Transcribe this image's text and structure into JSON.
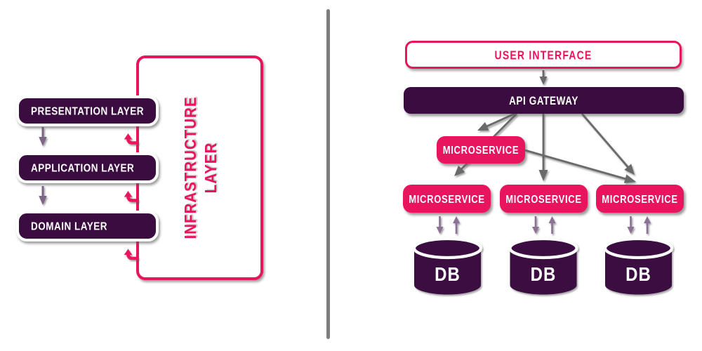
{
  "palette": {
    "pink": "#e9145e",
    "dark_purple": "#3a0c40",
    "arrow_gray": "#6a6a6a",
    "arrow_purple": "#7e6587",
    "db_arrow_purple": "#8c7095",
    "divider_gray": "#7d7d7d"
  },
  "left_panel": {
    "layers": [
      {
        "label": "PRESENTATION LAYER"
      },
      {
        "label": "APPLICATION LAYER"
      },
      {
        "label": "DOMAIN LAYER"
      }
    ],
    "infrastructure": {
      "line1": "INFRASTRUCTURE",
      "line2": "LAYER"
    }
  },
  "right_panel": {
    "user_interface": {
      "label": "USER INTERFACE"
    },
    "api_gateway": {
      "label": "API GATEWAY"
    },
    "orchestrator": {
      "label": "MICROSERVICE"
    },
    "services": [
      {
        "label": "MICROSERVICE"
      },
      {
        "label": "MICROSERVICE"
      },
      {
        "label": "MICROSERVICE"
      }
    ],
    "databases": [
      {
        "label": "DB"
      },
      {
        "label": "DB"
      },
      {
        "label": "DB"
      }
    ]
  }
}
